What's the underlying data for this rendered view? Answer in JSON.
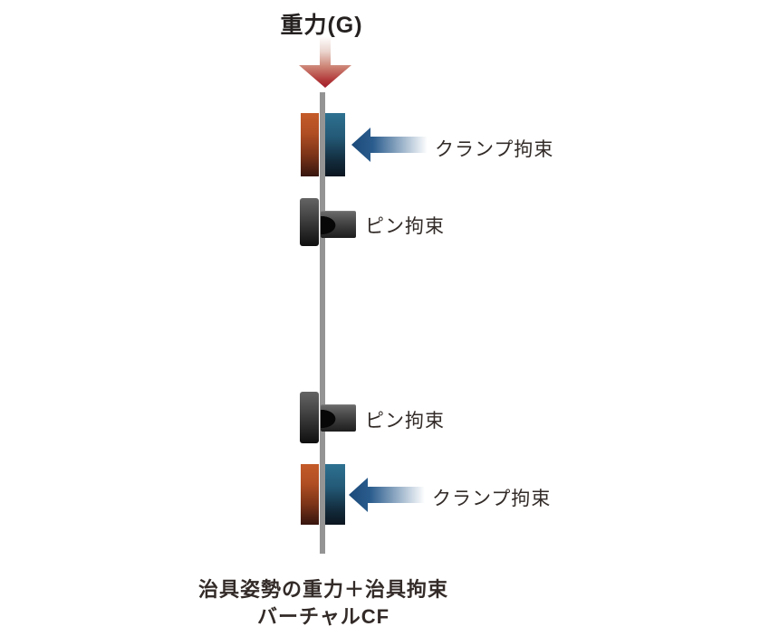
{
  "gravity": {
    "label": "重力(G)"
  },
  "constraints": [
    {
      "type": "clamp",
      "label": "クランプ拘束"
    },
    {
      "type": "pin",
      "label": "ピン拘束"
    },
    {
      "type": "pin",
      "label": "ピン拘束"
    },
    {
      "type": "clamp",
      "label": "クランプ拘束"
    }
  ],
  "caption": {
    "line1": "治具姿勢の重力＋治具拘束",
    "line2": "バーチャルCF"
  },
  "colors": {
    "background": "#ffffff",
    "beam": "#949494",
    "gravity_arrow_tip": "#a61e2c",
    "clamp_arrow": "#1b4a7a",
    "clamp_block_left_top": "#c45b29",
    "clamp_block_left_bottom": "#36150e",
    "clamp_block_right_top": "#2e7191",
    "clamp_block_right_bottom": "#0b151f",
    "pin_block_top": "#646464",
    "pin_block_bottom": "#0f0f0f",
    "text": "#322b28"
  },
  "icons": {
    "gravity_arrow": "down-arrow-red-gradient",
    "clamp_arrow": "left-arrow-blue-gradient"
  }
}
